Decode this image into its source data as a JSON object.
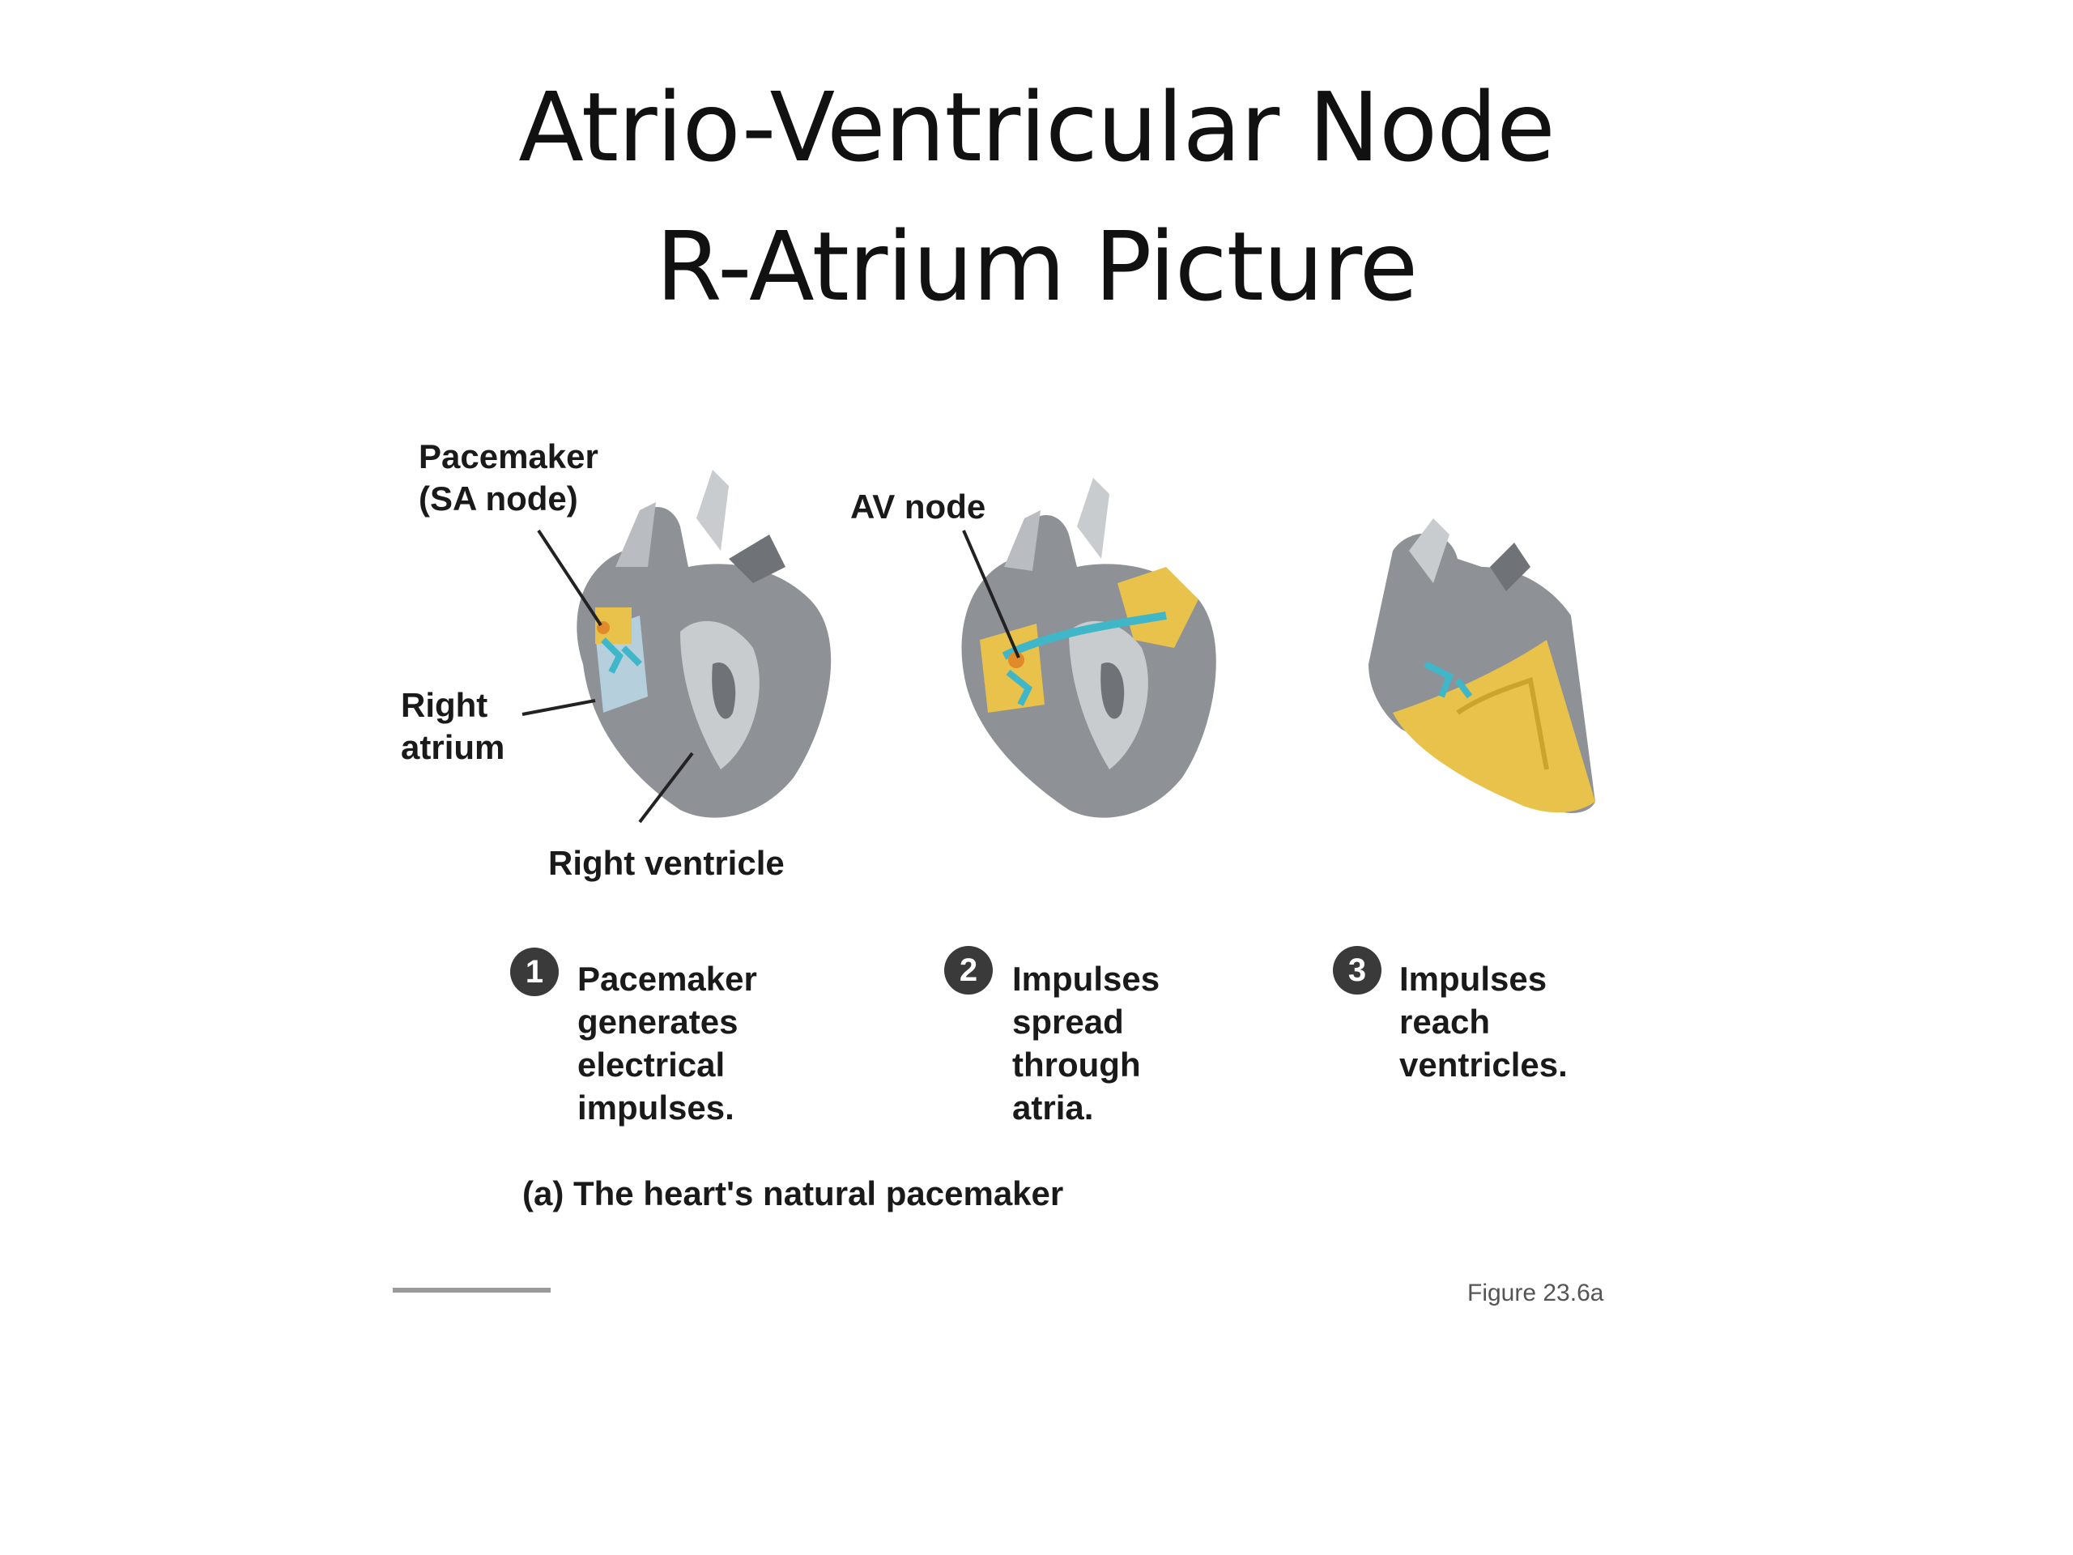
{
  "slide": {
    "title_line1": "Atrio-Ventricular Node",
    "title_line2": "R-Atrium Picture"
  },
  "figure": {
    "labels": {
      "pacemaker": "Pacemaker\n(SA node)",
      "right_atrium": "Right\natrium",
      "right_ventricle": "Right ventricle",
      "av_node": "AV node"
    },
    "steps": [
      {
        "number": "1",
        "text": "Pacemaker\ngenerates\nelectrical\nimpulses."
      },
      {
        "number": "2",
        "text": "Impulses\nspread\nthrough\natria."
      },
      {
        "number": "3",
        "text": "Impulses\nreach\nventricles."
      }
    ],
    "caption": "(a) The heart's natural pacemaker",
    "figure_number": "Figure 23.6a",
    "colors": {
      "heart_gray": "#8e9296",
      "heart_light": "#c9cccf",
      "impulse_yellow": "#e8c24a",
      "node_cyan": "#3fb7c9",
      "node_orange": "#e08a2a"
    }
  }
}
